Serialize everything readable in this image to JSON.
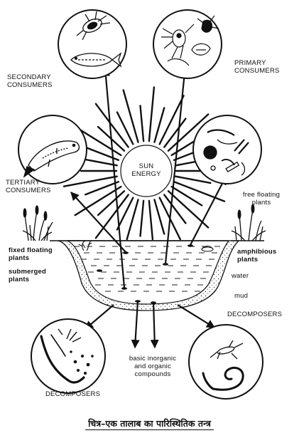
{
  "labels": {
    "secondary_consumers": "SECONDARY\nCONSUMERS",
    "primary_consumers": "PRIMARY\nCONSUMERS",
    "tertiary_consumers": "TERTIARY\nCONSUMERS",
    "sun_energy": "SUN\nENERGY",
    "free_floating_plants": "free floating\nplants",
    "fixed_floating_plants": "fixed floating\nplants",
    "submerged_plants": "submerged\nplants",
    "amphibious_plants": "amphibious\nplants",
    "water": "water",
    "mud": "mud",
    "decomposers_right": "DECOMPOSERS",
    "decomposers_left": "DECOMPOSERS",
    "basic_compounds": "basic inorganic\nand organic\ncompounds"
  },
  "caption": "चित्र–एक तालाब का पारिस्थितिक तन्त्र"
}
